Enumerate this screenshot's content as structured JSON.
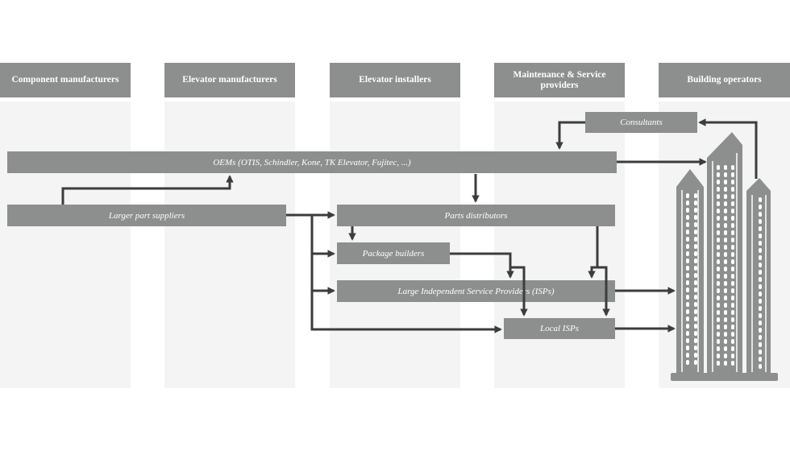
{
  "columns": [
    {
      "label": "Component manufacturers"
    },
    {
      "label": "Elevator manufacturers"
    },
    {
      "label": "Elevator installers"
    },
    {
      "label": "Maintenance & Service providers"
    },
    {
      "label": "Building operators"
    }
  ],
  "nodes": {
    "consultants": "Consultants",
    "oems": "OEMs (OTIS, Schindler, Kone, TK Elevator, Fujitec, ...)",
    "larger_part_suppliers": "Larger part suppliers",
    "parts_distributors": "Parts distributors",
    "package_builders": "Package builders",
    "large_isps": "Large Independent Service Providers (ISPs)",
    "local_isps": "Local ISPs"
  },
  "icons": {
    "buildings": "skyscrapers-icon"
  },
  "colors": {
    "box": "#8c8f8d",
    "arrow": "#3c3c3c",
    "column_bg": "#f4f4f4"
  }
}
